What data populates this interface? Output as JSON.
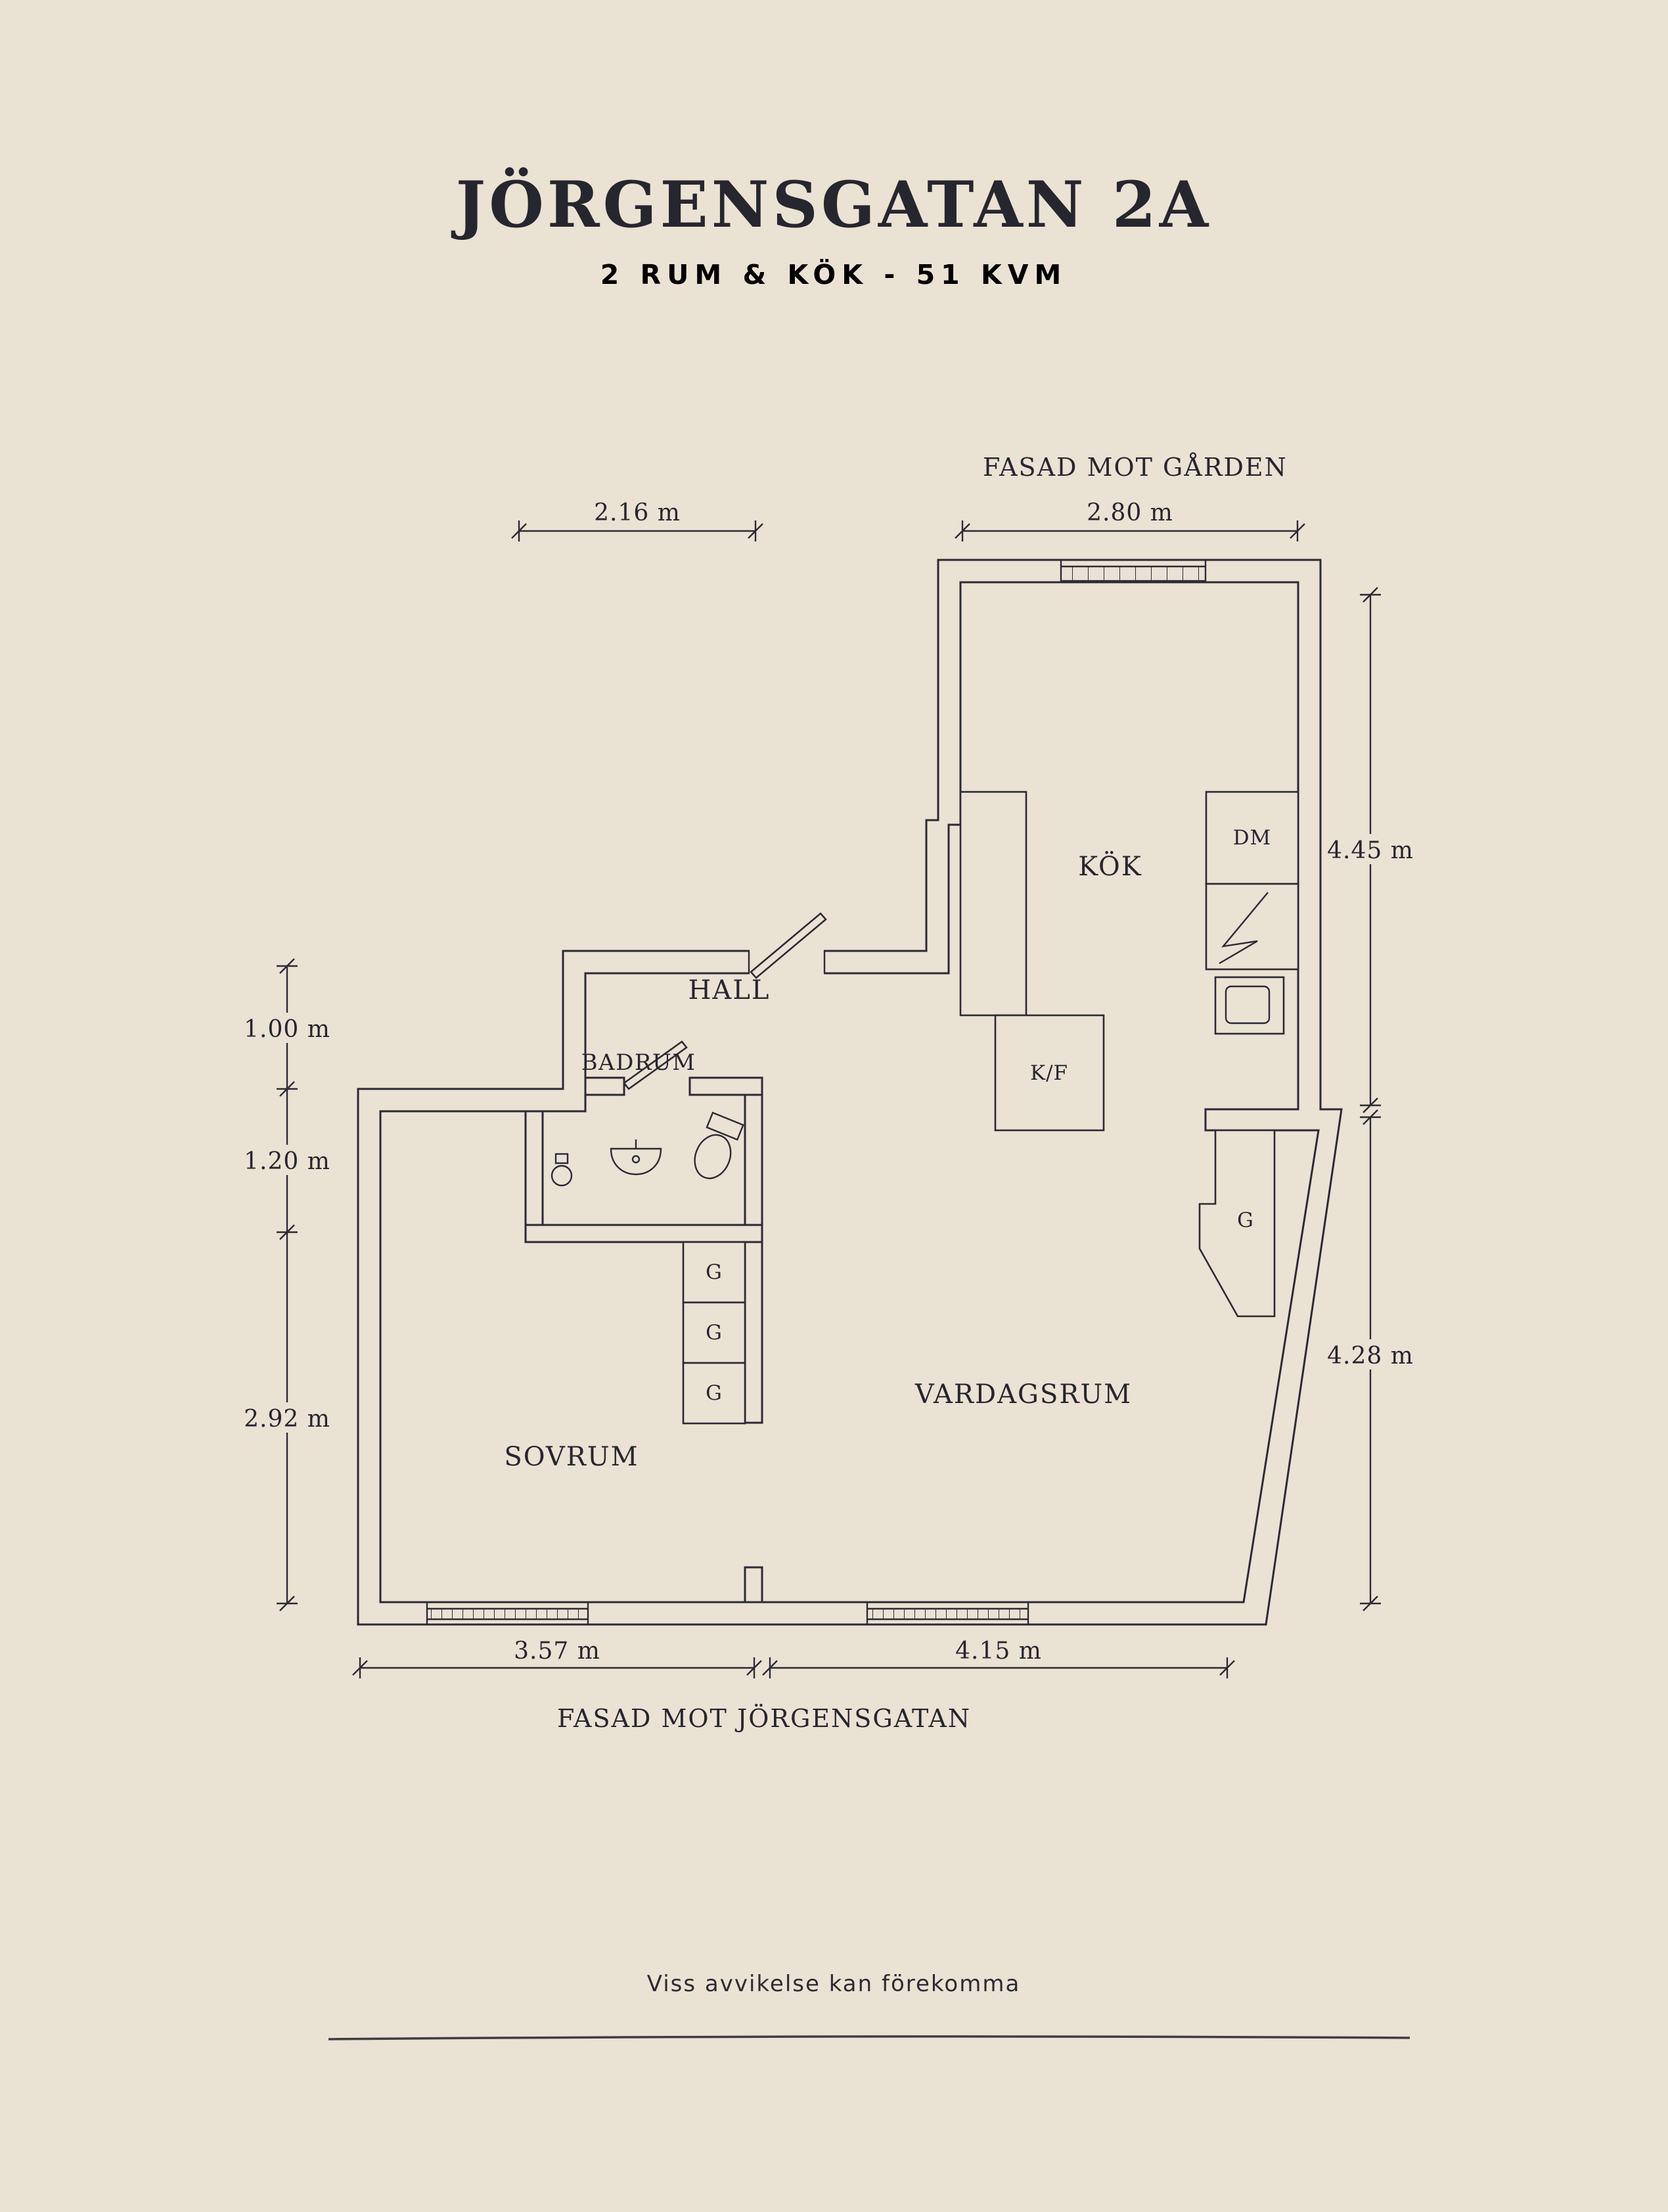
{
  "colors": {
    "background": "#eae2d3",
    "ink": "#2b2b34",
    "text": "#26262e"
  },
  "header": {
    "title": "JÖRGENSGATAN 2A",
    "subtitle": "2 RUM & KÖK - 51 KVM"
  },
  "plan": {
    "facade_top_label": "FASAD MOT GÅRDEN",
    "facade_bottom_label": "FASAD MOT JÖRGENSGATAN",
    "rooms": {
      "kitchen": "KÖK",
      "hall": "HALL",
      "bathroom": "BADRUM",
      "bedroom": "SOVRUM",
      "living_room": "VARDAGSRUM"
    },
    "fixtures": {
      "dishwasher": "DM",
      "fridge_freezer": "K/F",
      "wardrobe": "G"
    },
    "dimensions": {
      "top_left": "2.16 m",
      "top_right": "2.80 m",
      "right_upper": "4.45 m",
      "right_lower": "4.28 m",
      "left_upper": "1.00 m",
      "left_middle": "1.20 m",
      "left_lower": "2.92 m",
      "bottom_left": "3.57 m",
      "bottom_right": "4.15 m"
    }
  },
  "footer": {
    "disclaimer": "Viss avvikelse kan förekomma"
  }
}
